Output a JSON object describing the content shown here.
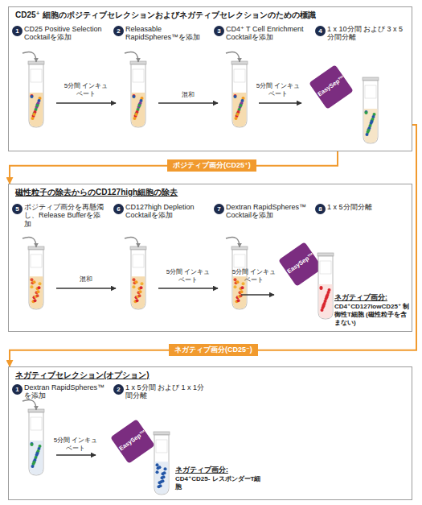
{
  "diagram": {
    "nodes": [
      {
        "text": [
          "CD25⁺ 細胞のポジティブセレクションおよびネガティブセレクションのための標識"
        ]
      },
      {
        "text": [
          "1"
        ],
        "in": 0
      },
      {
        "text": [
          "2"
        ],
        "in": 0
      },
      {
        "text": [
          "3"
        ],
        "in": 0
      },
      {
        "text": [
          "4"
        ],
        "in": 0
      },
      {
        "text": [
          "ポジティブ画分(CD25⁺)"
        ]
      },
      {
        "text": [
          "磁性粒子の除去からのCD127high細胞の除去"
        ]
      },
      {
        "text": [
          "5"
        ],
        "in": 6
      },
      {
        "text": [
          "6"
        ],
        "in": 6
      },
      {
        "text": [
          "7"
        ],
        "in": 6
      },
      {
        "text": [
          "8"
        ],
        "in": 6
      },
      {
        "text": [
          "ネガティブ画分(CD25⁻)"
        ]
      },
      {
        "text": [
          "ネガティブセレクション(オプション)"
        ]
      },
      {
        "text": [
          "1"
        ],
        "in": 12
      },
      {
        "text": [
          "2"
        ],
        "in": 12
      }
    ],
    "edges": [
      {
        "from": 0,
        "to": 5,
        "arrow": "none"
      },
      {
        "from": 5,
        "to": 6,
        "arrow": "to"
      },
      {
        "from": 0,
        "to": 11,
        "arrow": "none"
      },
      {
        "from": 11,
        "to": 12,
        "arrow": "to"
      }
    ],
    "labels": [
      "CD25 Positive Selection Cocktailを添加",
      "5分間 インキュベート",
      "Releasable RapidSpheres™を添加",
      "混和",
      "CD4⁺ T Cell Enrichment Cocktailを添加",
      "5分間 インキュベート",
      "1 x 10分間 および 3 x 5分間分離",
      "EasySep™",
      "ポジティブ画分を再懸濁し、Release Bufferを添加",
      "混和",
      "CD127high Depletion Cocktailを添加",
      "5分間 インキュベート",
      "Dextran RapidSpheres™ Cocktailを添加",
      "5分間 インキュベート",
      "1 x 5分間分離",
      "EasySep™",
      "ネガティブ画分:",
      "CD4⁺CD127lowCD25⁺ 制御性T細胞 (磁性粒子を含まない)",
      "Dextran RapidSpheres™を添加",
      "5分間 インキュベート",
      "1 x 5分間 および 1 x 1分間分離",
      "EasySep™",
      "ネガティブ画分:",
      "CD4⁺CD25- レスポンダーT細胞"
    ]
  }
}
